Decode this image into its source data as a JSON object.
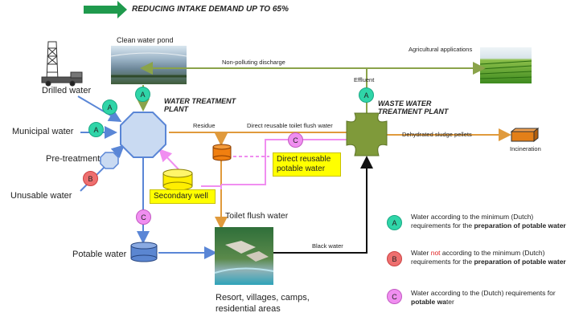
{
  "banner": {
    "text": "REDUCING INTAKE DEMAND UP TO 65%",
    "arrow_color": "#1f9a4d"
  },
  "labels": {
    "clean_water_pond": "Clean water pond",
    "agricultural_applications": "Agricultural applications",
    "non_polluting_discharge": "Non-polluting discharge",
    "effluent": "Effluent",
    "drilled_water": "Drilled water",
    "municipal_water": "Municipal water",
    "pre_treatment": "Pre-treatment",
    "unusable_water": "Unusable water",
    "water_treatment_plant": "WATER TREATMENT PLANT",
    "waste_water_treatment_plant": "WASTE WATER TREATMENT PLANT",
    "residue": "Residue",
    "direct_reusable_toilet_flush_water": "Direct reusable toilet flush water",
    "dehydrated_sludge_pellets": "Dehydrated sludge pellets",
    "incineration": "Incineration",
    "direct_reusable_potable_water": "Direct reusable potable water",
    "secondary_well": "Secondary well",
    "toilet_flush_water": "Toilet flush water",
    "potable_water": "Potable water",
    "black_water": "Black water",
    "resort": "Resort, villages, camps, residential areas"
  },
  "badges": {
    "A": "A",
    "B": "B",
    "C": "C"
  },
  "legend": {
    "a_pre": "Water according to the minimum (Dutch) requirements for the ",
    "a_bold": "preparation of potable water",
    "b_pre": "Water ",
    "b_not": "not",
    "b_mid": " according to the minimum (Dutch) requirements for the ",
    "b_bold": "preparation of potable water",
    "c_pre": "Water according to the (Dutch) requirements for ",
    "c_bold": "potable wa",
    "c_post": "ter"
  },
  "colors": {
    "green_flow": "#8aa34a",
    "blue_flow": "#5a86d6",
    "orange_flow": "#e09a3c",
    "pink_flow": "#f08ef0",
    "black_flow": "#111111",
    "node_blue": "#c9daf2",
    "node_green": "#7f9a3a",
    "tank_orange": "#f07f10",
    "tank_yellow": "#ffee00",
    "tank_blue": "#5b86d1",
    "incineration_box": "#e37f18",
    "badge_A": "#2fd5a8",
    "badge_B": "#ee6f6f",
    "badge_C": "#f08ef0"
  }
}
